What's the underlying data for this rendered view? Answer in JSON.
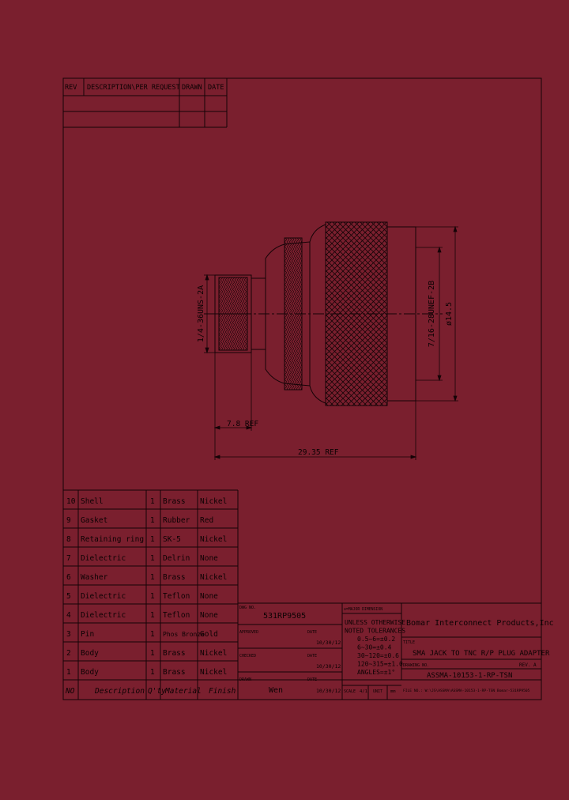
{
  "colors": {
    "background": "#7a1f2e",
    "line": "#140306"
  },
  "revision_block": {
    "headers": [
      "REV",
      "DESCRIPTION\\PER REQUEST",
      "DRAWN",
      "DATE"
    ]
  },
  "dimensions": {
    "thread_left": "1/4-36UNS-2A",
    "thread_right": "7/16-28UNEF-2B",
    "diameter": "ø14.5",
    "short_length": "7.8 REF",
    "overall_length": "29.35 REF"
  },
  "bom": {
    "rows": [
      {
        "no": "10",
        "description": "Shell",
        "qty": "1",
        "material": "Brass",
        "finish": "Nickel"
      },
      {
        "no": "9",
        "description": "Gasket",
        "qty": "1",
        "material": "Rubber",
        "finish": "Red"
      },
      {
        "no": "8",
        "description": "Retaining ring",
        "qty": "1",
        "material": "SK-5",
        "finish": "Nickel"
      },
      {
        "no": "7",
        "description": "Dielectric",
        "qty": "1",
        "material": "Delrin",
        "finish": "None"
      },
      {
        "no": "6",
        "description": "Washer",
        "qty": "1",
        "material": "Brass",
        "finish": "Nickel"
      },
      {
        "no": "5",
        "description": "Dielectric",
        "qty": "1",
        "material": "Teflon",
        "finish": "None"
      },
      {
        "no": "4",
        "description": "Dielectric",
        "qty": "1",
        "material": "Teflon",
        "finish": "None"
      },
      {
        "no": "3",
        "description": "Pin",
        "qty": "1",
        "material": "Phos Bronze",
        "finish": "Gold"
      },
      {
        "no": "2",
        "description": "Body",
        "qty": "1",
        "material": "Brass",
        "finish": "Nickel"
      },
      {
        "no": "1",
        "description": "Body",
        "qty": "1",
        "material": "Brass",
        "finish": "Nickel"
      }
    ],
    "header": {
      "no": "NO",
      "description": "Description",
      "qty": "Q'ty",
      "material": "Material",
      "finish": "Finish"
    }
  },
  "title_block": {
    "dwg_no_label": "DWG NO.",
    "dwg_no": "531RP9505",
    "approved_label": "APPROVED",
    "checked_label": "CHECKED",
    "drawn_label": "DRAWN",
    "date_label": "DATE",
    "approved_date": "10/30/12",
    "checked_date": "10/30/12",
    "drawn_date": "10/30/12",
    "drawn_by": "Wen",
    "major_dim": "⊙=MAJOR DIMENSION",
    "tolerances": [
      "UNLESS OTHERWISE",
      "NOTED TOLERANCES",
      "0.5~6=±0.2",
      "6~30=±0.4",
      "30~120=±0.6",
      "120~315=±1.0",
      "ANGLES=±1°"
    ],
    "scale_label": "SCALE",
    "scale": "4/1",
    "unit_label": "UNIT",
    "unit": "mm",
    "company": "Bomar Interconnect Products,Inc",
    "title_label": "TITLE",
    "title": "SMA JACK TO TNC R/P PLUG ADAPTER",
    "drawing_no_label": "DRAWING NO.",
    "rev": "REV. A",
    "drawing_no": "ASSMA-10153-1-RP-TSN",
    "file_no": "FILE NO.: W:\\JS\\ASSMA\\ASSMA-10153-1-RP-TSN Bomar-531RP9505"
  }
}
